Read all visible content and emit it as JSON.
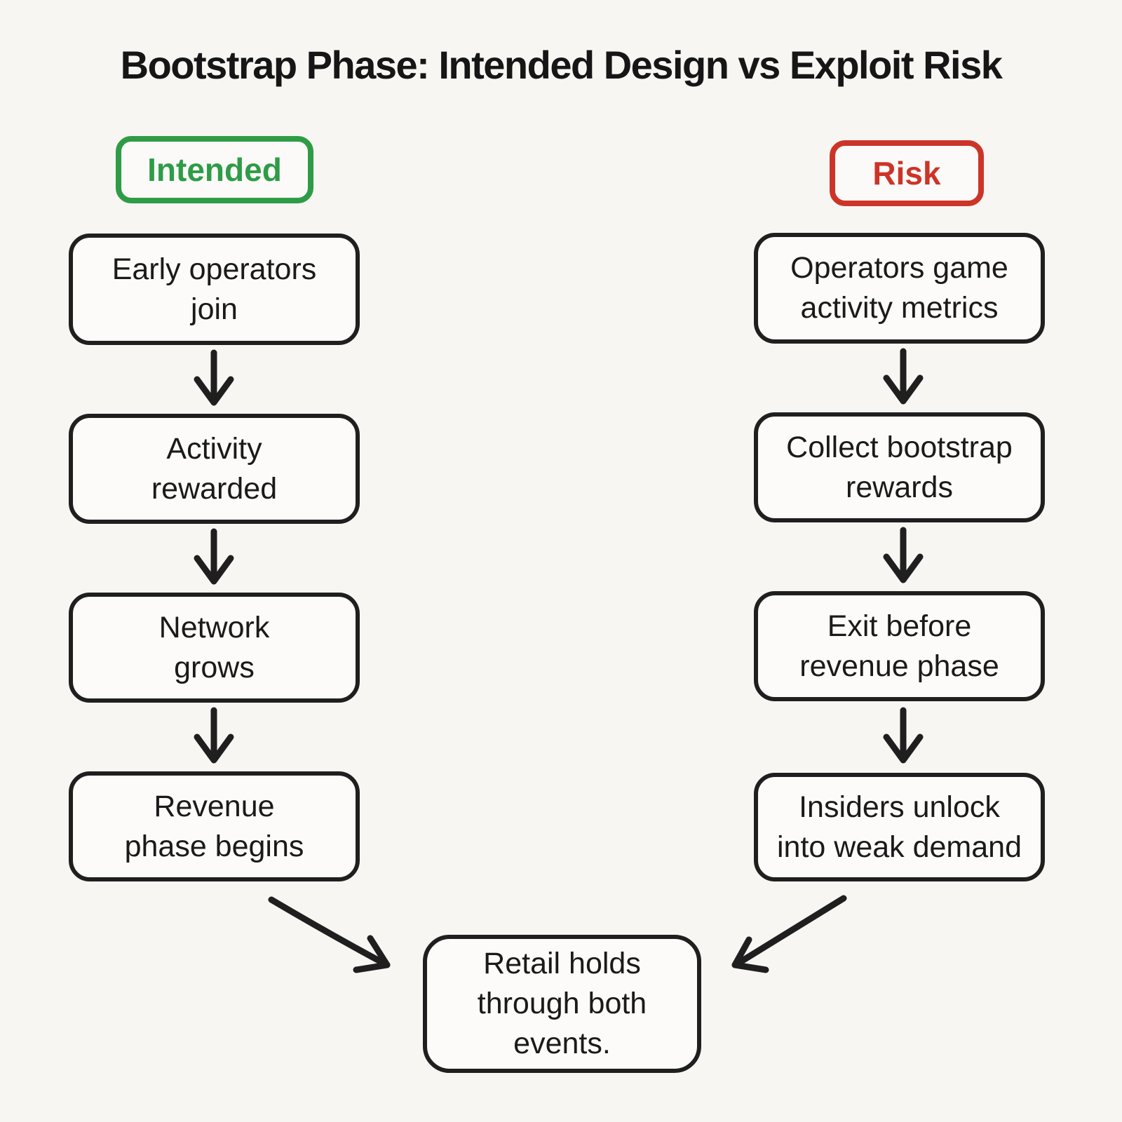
{
  "title": "Bootstrap Phase: Intended Design vs Exploit Risk",
  "colors": {
    "intended_green": "#2e9c46",
    "risk_red": "#cd3428",
    "ink": "#1f1f1f",
    "background": "#f7f6f3"
  },
  "columns": {
    "intended": {
      "label": "Intended",
      "steps": [
        {
          "text": "Early operators join",
          "lines": [
            "Early operators",
            "join"
          ]
        },
        {
          "text": "Activity rewarded",
          "lines": [
            "Activity",
            "rewarded"
          ]
        },
        {
          "text": "Network grows",
          "lines": [
            "Network",
            "grows"
          ]
        },
        {
          "text": "Revenue phase begins",
          "lines": [
            "Revenue",
            "phase begins"
          ]
        }
      ]
    },
    "risk": {
      "label": "Risk",
      "steps": [
        {
          "text": "Operators game activity metrics",
          "lines": [
            "Operators game",
            "activity metrics"
          ]
        },
        {
          "text": "Collect bootstrap rewards",
          "lines": [
            "Collect bootstrap",
            "rewards"
          ]
        },
        {
          "text": "Exit before revenue phase",
          "lines": [
            "Exit before",
            "revenue phase"
          ]
        },
        {
          "text": "Insiders unlock into weak demand",
          "lines": [
            "Insiders unlock",
            "into weak demand"
          ]
        }
      ]
    }
  },
  "outcome": {
    "text": "Retail holds through both events.",
    "lines": [
      "Retail holds",
      "through both",
      "events."
    ]
  },
  "icons": {
    "down_arrow": "down-arrow-icon",
    "merge_left": "curved-arrow-down-right-icon",
    "merge_right": "arrow-down-left-icon"
  }
}
